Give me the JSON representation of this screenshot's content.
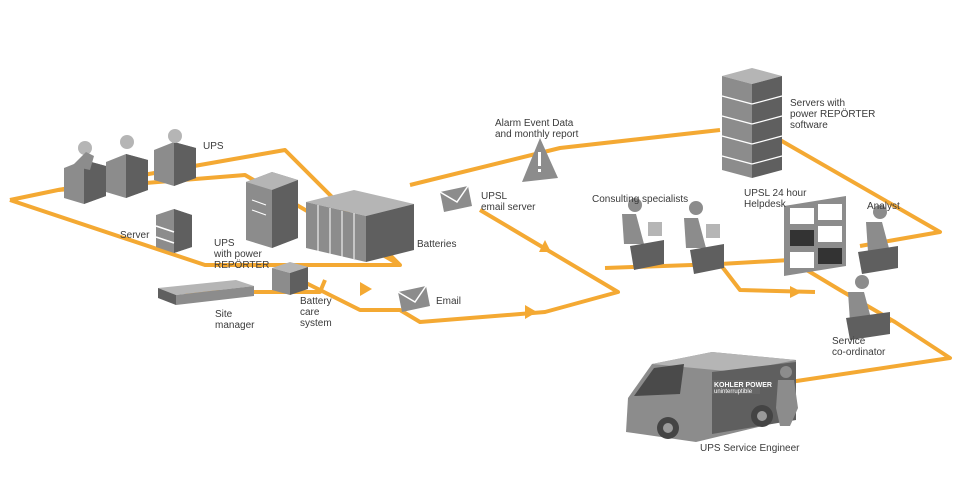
{
  "colors": {
    "flow": "#F4A933",
    "equipment": "#8C8C8C",
    "equipment_dark": "#5F5F5F",
    "equipment_light": "#B5B5B5",
    "text": "#3A3A3A"
  },
  "labels": {
    "ups": "UPS",
    "server": "Server",
    "ups_reporter": "UPS\nwith power\nREPÖRTER",
    "batteries": "Batteries",
    "battery_care": "Battery\ncare\nsystem",
    "site_manager": "Site\nmanager",
    "email": "Email",
    "upsl_email_server": "UPSL\nemail server",
    "alarm_event": "Alarm Event Data\nand monthly report",
    "servers_reporter": "Servers with\npower REPÖRTER\nsoftware",
    "consulting": "Consulting specialists",
    "helpdesk": "UPSL 24 hour\nHelpdesk",
    "analyst": "Analyst",
    "service_coordinator": "Service\nco-ordinator",
    "service_engineer": "UPS Service Engineer"
  },
  "van_brand": {
    "line1": "KOHLER POWER",
    "line2": "uninterruptible"
  },
  "icons": [
    "ups-cabinet-icon",
    "server-icon",
    "tower-server-icon",
    "battery-bank-icon",
    "battery-care-icon",
    "site-manager-icon",
    "envelope-icon",
    "warning-icon",
    "server-rack-icon",
    "person-at-desk-icon",
    "monitor-wall-icon",
    "van-icon",
    "engineer-icon"
  ]
}
